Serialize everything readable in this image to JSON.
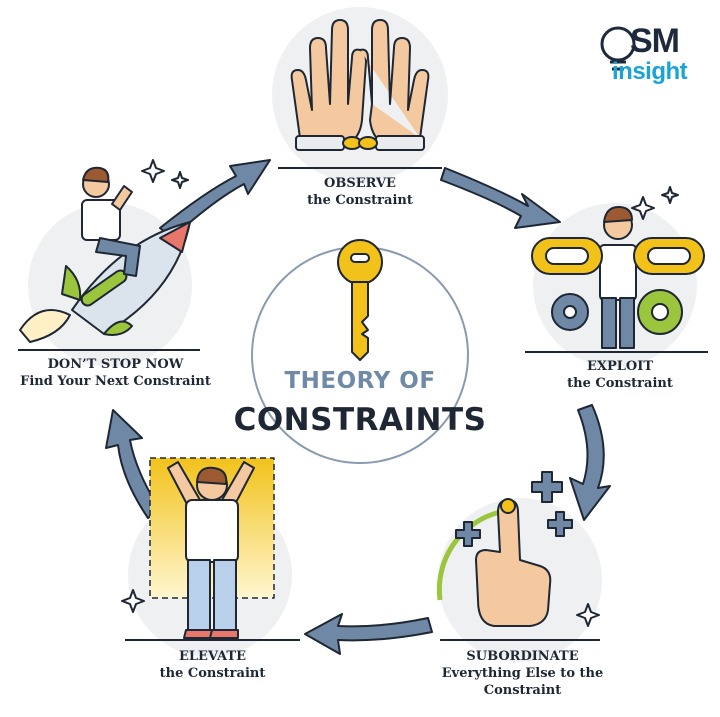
{
  "logo": {
    "line1": "SM",
    "line2": "insight"
  },
  "center": {
    "title_line1": "THEORY OF",
    "title_line2": "CONSTRAINTS"
  },
  "steps": [
    {
      "heading": "OBSERVE",
      "sub": "the Constraint"
    },
    {
      "heading": "EXPLOIT",
      "sub": "the Constraint"
    },
    {
      "heading": "SUBORDINATE",
      "sub": "Everything Else to the",
      "sub2": "Constraint"
    },
    {
      "heading": "ELEVATE",
      "sub": "the Constraint"
    },
    {
      "heading": "DON’T STOP NOW",
      "sub": "Find Your Next Constraint"
    }
  ],
  "colors": {
    "arrow": "#6f88a6",
    "outline": "#1e2733",
    "circle_bg": "#eef0f2",
    "yellow": "#f2c21b",
    "skin": "#f4c9a0",
    "logo_dark": "#1e2a3c",
    "logo_blue": "#1aa3d9"
  }
}
